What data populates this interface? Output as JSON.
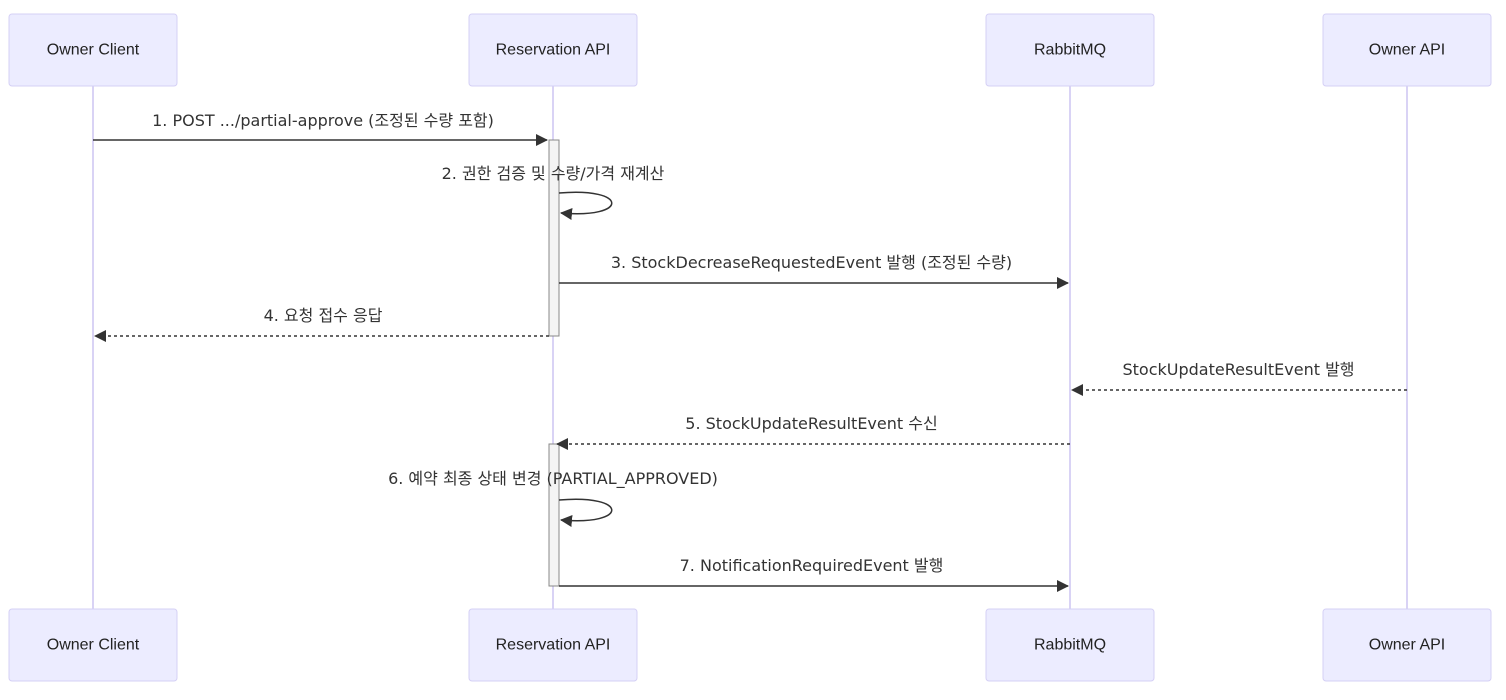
{
  "diagram": {
    "type": "sequence",
    "colors": {
      "actor_fill": "#ECECFF",
      "actor_stroke": "#D5D0F5",
      "lifeline": "#D9D3F5",
      "message": "#333333",
      "activation_fill": "#F4F4F4"
    },
    "participants": [
      {
        "id": "owner_client",
        "label": "Owner Client"
      },
      {
        "id": "reservation_api",
        "label": "Reservation API"
      },
      {
        "id": "rabbitmq",
        "label": "RabbitMQ"
      },
      {
        "id": "owner_api",
        "label": "Owner API"
      }
    ],
    "messages": [
      {
        "from": "owner_client",
        "to": "reservation_api",
        "label": "1. POST .../partial-approve (조정된 수량 포함)",
        "style": "solid"
      },
      {
        "from": "reservation_api",
        "to": "reservation_api",
        "label": "2. 권한 검증 및 수량/가격 재계산",
        "style": "solid"
      },
      {
        "from": "reservation_api",
        "to": "rabbitmq",
        "label": "3. StockDecreaseRequestedEvent 발행 (조정된 수량)",
        "style": "solid"
      },
      {
        "from": "reservation_api",
        "to": "owner_client",
        "label": "4. 요청 접수 응답",
        "style": "dashed"
      },
      {
        "from": "owner_api",
        "to": "rabbitmq",
        "label": "StockUpdateResultEvent 발행",
        "style": "dashed"
      },
      {
        "from": "rabbitmq",
        "to": "reservation_api",
        "label": "5. StockUpdateResultEvent 수신",
        "style": "dashed"
      },
      {
        "from": "reservation_api",
        "to": "reservation_api",
        "label": "6. 예약 최종 상태 변경 (PARTIAL_APPROVED)",
        "style": "solid"
      },
      {
        "from": "reservation_api",
        "to": "rabbitmq",
        "label": "7. NotificationRequiredEvent 발행",
        "style": "solid"
      }
    ],
    "activations": [
      {
        "participant": "reservation_api",
        "from_message": 0,
        "to_message": 3
      },
      {
        "participant": "reservation_api",
        "from_message": 5,
        "to_message": 7
      }
    ]
  }
}
